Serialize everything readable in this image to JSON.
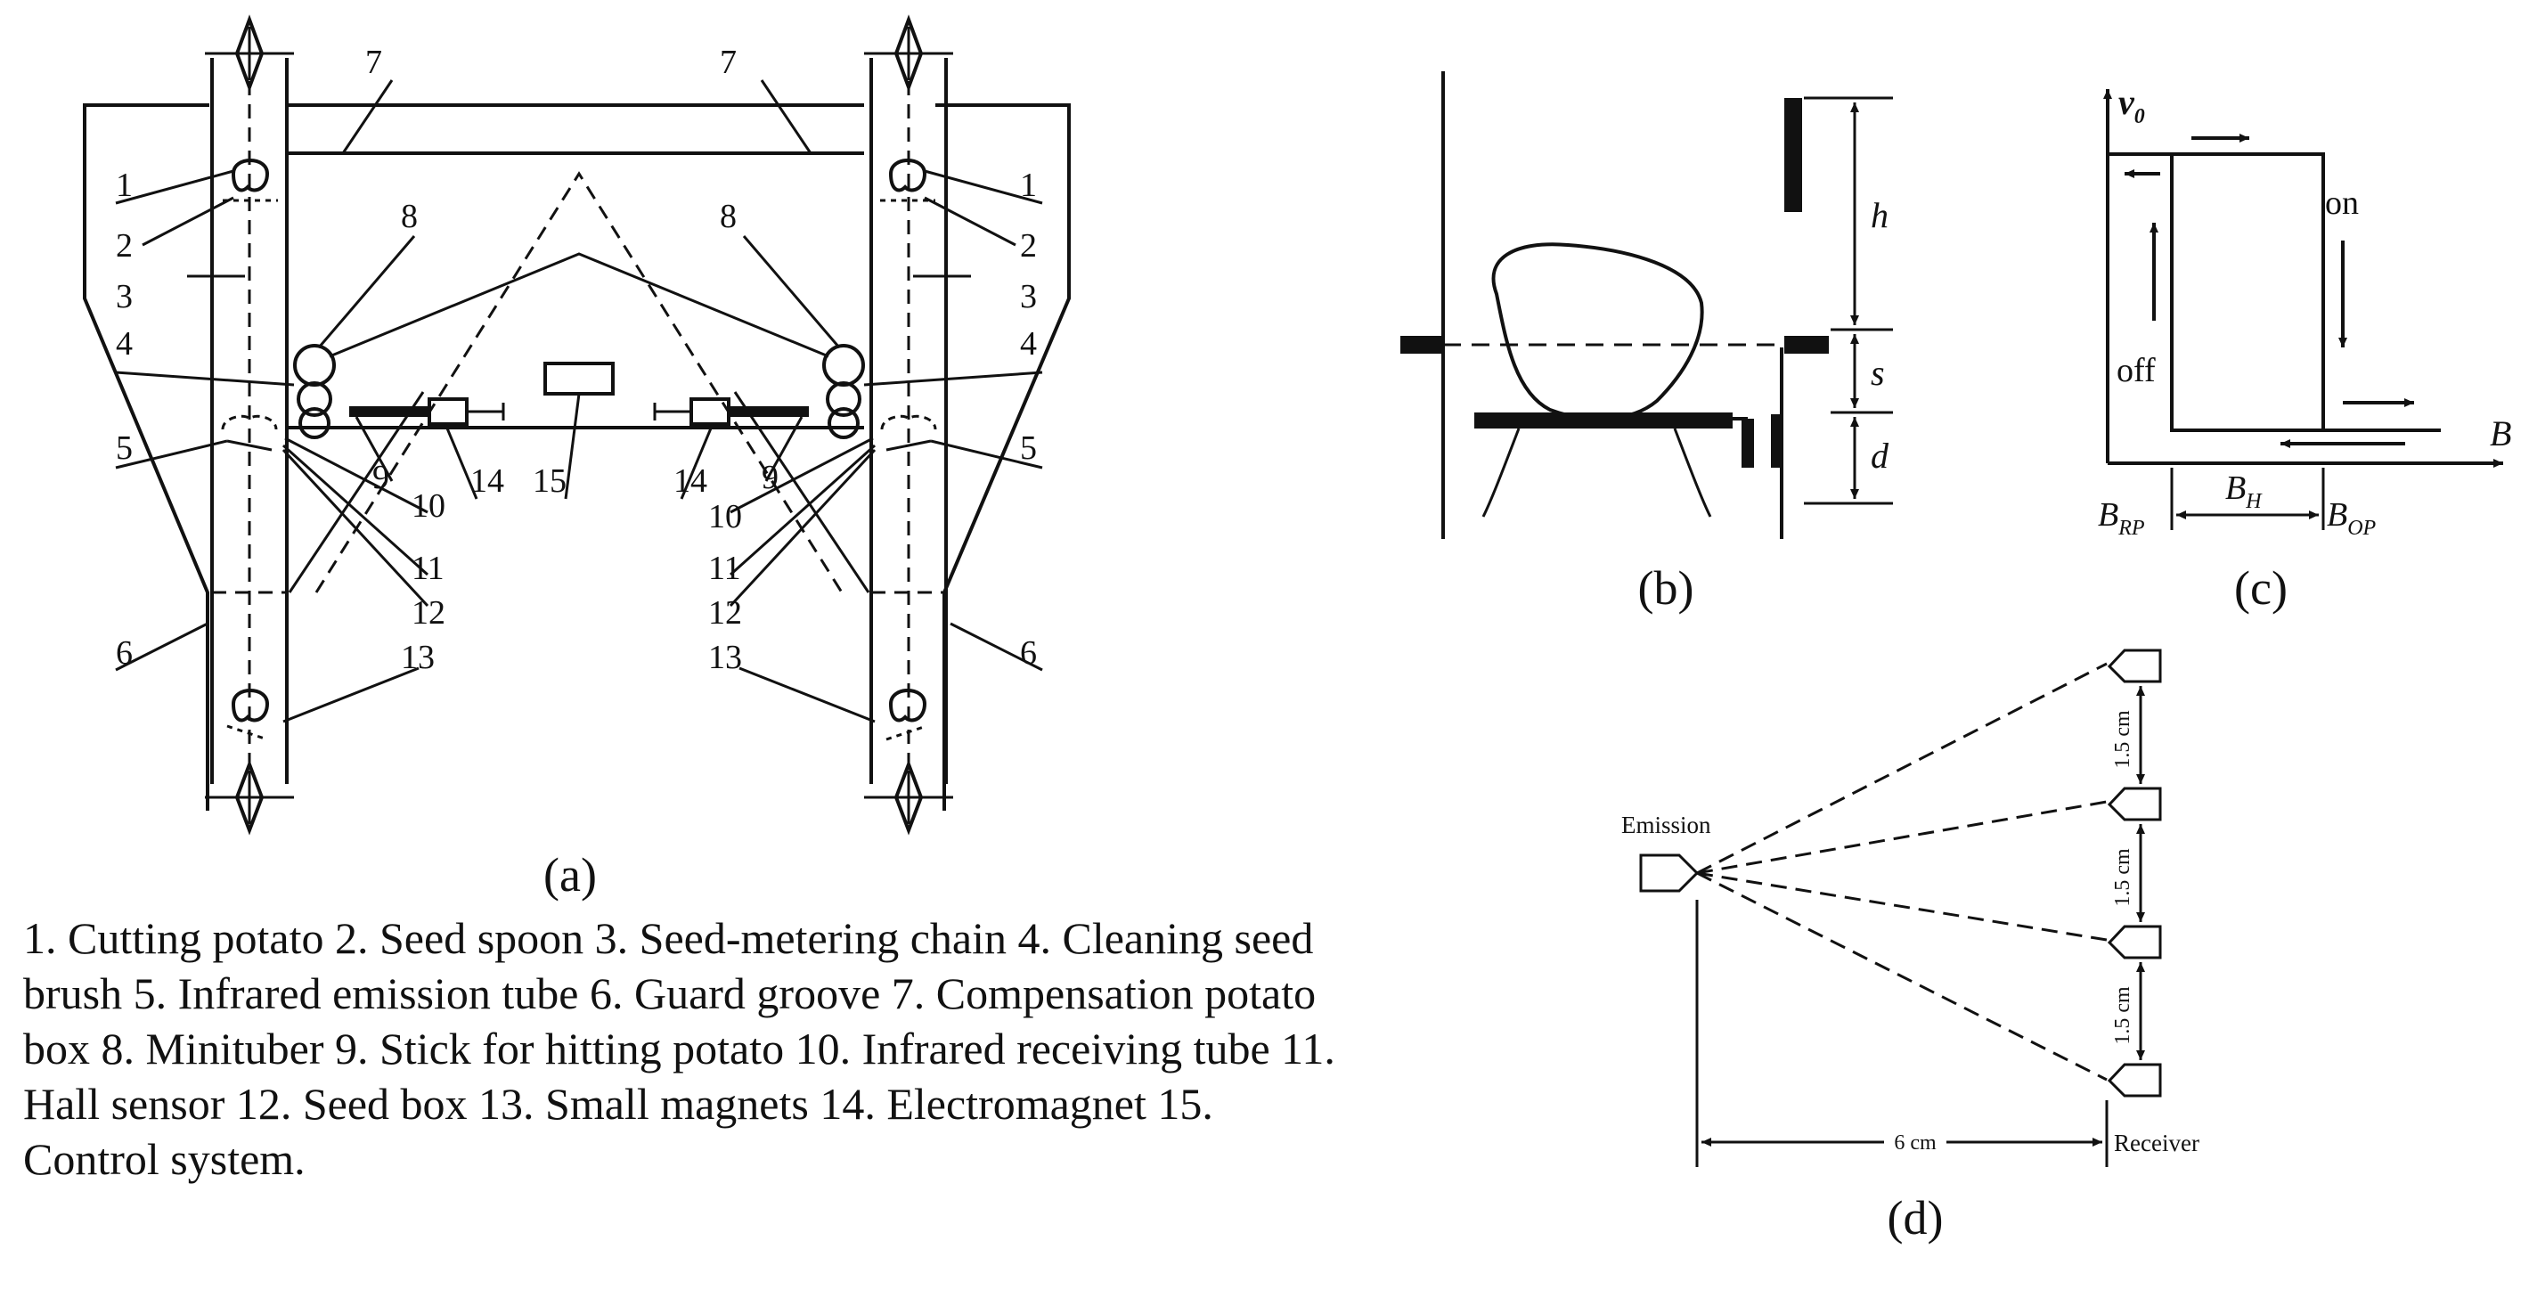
{
  "panels": {
    "a": {
      "label": "(a)",
      "part_numbers": {
        "n1": "1",
        "n2": "2",
        "n3": "3",
        "n4": "4",
        "n5": "5",
        "n6": "6",
        "n7": "7",
        "n8": "8",
        "n9": "9",
        "n10": "10",
        "n11": "11",
        "n12": "12",
        "n13": "13",
        "n14": "14",
        "n15": "15"
      }
    },
    "b": {
      "label": "(b)",
      "h": "h",
      "s": "s",
      "d": "d"
    },
    "c": {
      "label": "(c)",
      "v_axis": "v",
      "v_axis_sub": "0",
      "b_axis": "B",
      "on": "on",
      "off": "off",
      "brp": "B",
      "brp_sub": "RP",
      "bh": "B",
      "bh_sub": "H",
      "bop": "B",
      "bop_sub": "OP"
    },
    "d": {
      "label": "(d)",
      "emission": "Emission",
      "receiver": "Receiver",
      "spacing": "1.5 cm",
      "distance": "6 cm"
    }
  },
  "caption": "1. Cutting potato 2. Seed spoon 3. Seed-metering chain 4. Cleaning seed brush 5. Infrared emission tube 6. Guard groove 7. Compensation potato box 8. Minituber 9. Stick for hitting potato 10. Infrared receiving tube 11. Hall sensor 12. Seed box 13. Small magnets 14. Electromagnet 15. Control system."
}
